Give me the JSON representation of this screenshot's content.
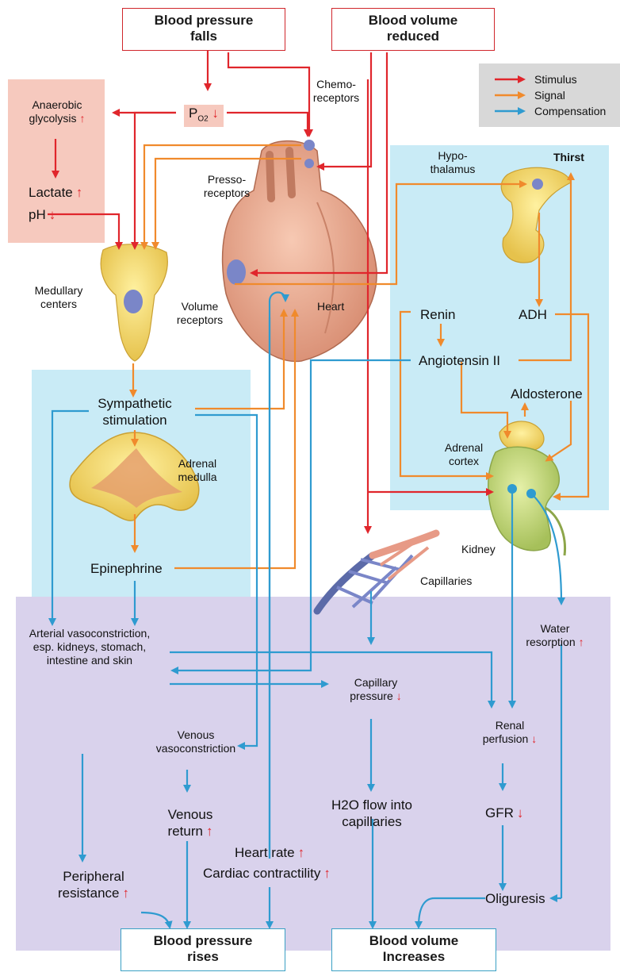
{
  "boxes": {
    "bp_falls": "Blood pressure falls",
    "bv_reduced": "Blood volume reduced",
    "bp_rises": "Blood pressure rises",
    "bv_increases": "Blood volume Increases"
  },
  "legend": {
    "stimulus": "Stimulus",
    "signal": "Signal",
    "compensation": "Compensation",
    "colors": {
      "stimulus": "#e0262c",
      "signal": "#f08a2c",
      "compensation": "#2f9bd0"
    }
  },
  "labels": {
    "po2": "PO2",
    "po2_sub": "O2",
    "anaerobic": "Anaerobic glycolysis",
    "lactate": "Lactate",
    "ph": "pH",
    "chemoreceptors": "Chemo- receptors",
    "pressoreceptors": "Presso- receptors",
    "volume_receptors": "Volume receptors",
    "heart": "Heart",
    "medullary": "Medullary centers",
    "hypothalamus": "Hypo- thalamus",
    "thirst": "Thirst",
    "renin": "Renin",
    "adh": "ADH",
    "angiotensin": "Angiotensin II",
    "aldosterone": "Aldosterone",
    "adrenal_cortex": "Adrenal cortex",
    "kidney": "Kidney",
    "sympathetic": "Sympathetic stimulation",
    "adrenal_medulla": "Adrenal medulla",
    "epinephrine": "Epinephrine",
    "capillaries": "Capillaries",
    "water_resorption": "Water resorption",
    "arterial": "Arterial vasoconstriction, esp. kidneys, stomach, intestine and skin",
    "capillary_pressure": "Capillary pressure",
    "renal_perfusion": "Renal perfusion",
    "venous_vaso": "Venous vasoconstriction",
    "venous_return": "Venous return",
    "h2o_flow": "H2O flow into capillaries",
    "gfr": "GFR",
    "heart_rate": "Heart rate",
    "cardiac": "Cardiac contractility",
    "peripheral": "Peripheral resistance",
    "oliguresis": "Oliguresis"
  }
}
